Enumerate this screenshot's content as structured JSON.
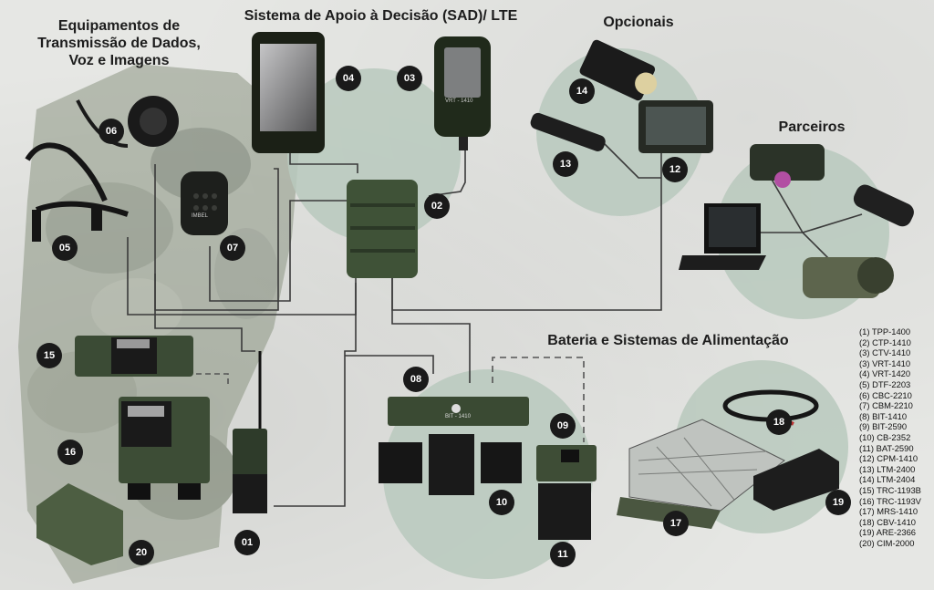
{
  "titles": {
    "transmission": [
      "Equipamentos de",
      "Transmissão de Dados,",
      "Voz e Imagens"
    ],
    "sad": "Sistema de Apoio à Decisão (SAD)/ LTE",
    "opcionais": "Opcionais",
    "parceiros": "Parceiros",
    "bateria": "Bateria e Sistemas de Alimentação"
  },
  "device_labels": {
    "d04": "04",
    "d03": "03",
    "d06": "06",
    "d05": "05",
    "d07": "07",
    "d02": "02",
    "d14": "14",
    "d13": "13",
    "d12": "12",
    "d15": "15",
    "d16": "16",
    "d20": "20",
    "d01": "01",
    "d08": "08",
    "d09": "09",
    "d10": "10",
    "d11": "11",
    "d17": "17",
    "d18": "18",
    "d19": "19"
  },
  "printed_text": {
    "vrt_label": "VRT - 1410",
    "bit_label": "BIT - 1410",
    "brand": "IMBEL"
  },
  "legend": [
    "(1) TPP-1400",
    "(2) CTP-1410",
    "(3) CTV-1410",
    "(3) VRT-1410",
    "(4) VRT-1420",
    "(5) DTF-2203",
    "(6) CBC-2210",
    "(7) CBM-2210",
    "(8) BIT-1410",
    "(9) BIT-2590",
    "(10) CB-2352",
    "(11) BAT-2590",
    "(12) CPM-1410",
    "(13) LTM-2400",
    "(14) LTM-2404",
    "(15) TRC-1193B",
    "(16) TRC-1193V",
    "(17) MRS-1410",
    "(18) CBV-1410",
    "(19) ARE-2366",
    "(20) CIM-2000"
  ],
  "colors": {
    "background": "#e6e7e4",
    "circle_green": "#b9c9bd",
    "equipment_green": "#3f5237",
    "dark": "#1a1a1a",
    "cable": "#3a3a3a"
  }
}
